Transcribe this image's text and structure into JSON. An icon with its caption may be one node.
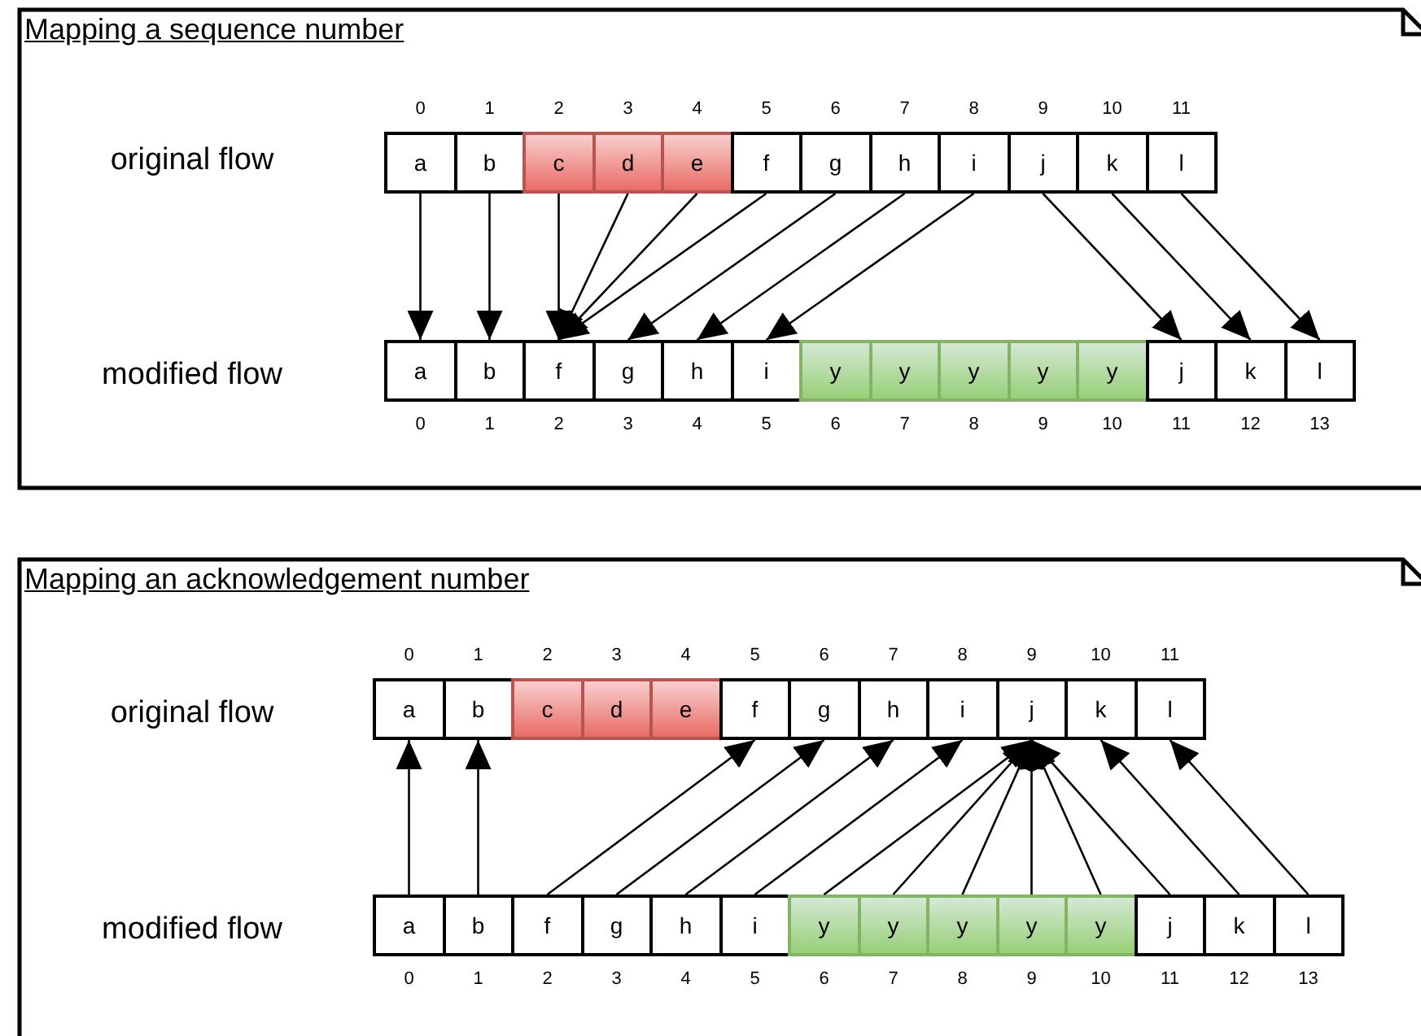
{
  "diagram": {
    "nodes": [
      {
        "text": [
          "Mapping a sequence number"
        ]
      },
      {
        "text": [
          "a"
        ],
        "in": 0,
        "beside": [
          "0"
        ]
      },
      {
        "text": [
          "b"
        ],
        "in": 0,
        "beside": [
          "1"
        ]
      },
      {
        "text": [
          "c"
        ],
        "in": 0,
        "beside": [
          "2"
        ]
      },
      {
        "text": [
          "d"
        ],
        "in": 0,
        "beside": [
          "3"
        ]
      },
      {
        "text": [
          "e"
        ],
        "in": 0,
        "beside": [
          "4"
        ]
      },
      {
        "text": [
          "f"
        ],
        "in": 0,
        "beside": [
          "5"
        ]
      },
      {
        "text": [
          "g"
        ],
        "in": 0,
        "beside": [
          "6"
        ]
      },
      {
        "text": [
          "h"
        ],
        "in": 0,
        "beside": [
          "7"
        ]
      },
      {
        "text": [
          "i"
        ],
        "in": 0,
        "beside": [
          "8"
        ]
      },
      {
        "text": [
          "j"
        ],
        "in": 0,
        "beside": [
          "9"
        ]
      },
      {
        "text": [
          "k"
        ],
        "in": 0,
        "beside": [
          "10"
        ]
      },
      {
        "text": [
          "l"
        ],
        "in": 0,
        "beside": [
          "11"
        ]
      },
      {
        "text": [
          "a"
        ],
        "in": 0,
        "beside": [
          "0"
        ]
      },
      {
        "text": [
          "b"
        ],
        "in": 0,
        "beside": [
          "1"
        ]
      },
      {
        "text": [
          "f"
        ],
        "in": 0,
        "beside": [
          "2"
        ]
      },
      {
        "text": [
          "g"
        ],
        "in": 0,
        "beside": [
          "3"
        ]
      },
      {
        "text": [
          "h"
        ],
        "in": 0,
        "beside": [
          "4"
        ]
      },
      {
        "text": [
          "i"
        ],
        "in": 0,
        "beside": [
          "5"
        ]
      },
      {
        "text": [
          "y"
        ],
        "in": 0,
        "beside": [
          "6"
        ]
      },
      {
        "text": [
          "y"
        ],
        "in": 0,
        "beside": [
          "7"
        ]
      },
      {
        "text": [
          "y"
        ],
        "in": 0,
        "beside": [
          "8"
        ]
      },
      {
        "text": [
          "y"
        ],
        "in": 0,
        "beside": [
          "9"
        ]
      },
      {
        "text": [
          "y"
        ],
        "in": 0,
        "beside": [
          "10"
        ]
      },
      {
        "text": [
          "j"
        ],
        "in": 0,
        "beside": [
          "11"
        ]
      },
      {
        "text": [
          "k"
        ],
        "in": 0,
        "beside": [
          "12"
        ]
      },
      {
        "text": [
          "l"
        ],
        "in": 0,
        "beside": [
          "13"
        ]
      },
      {
        "text": [
          "Mapping an acknowledgement number"
        ]
      },
      {
        "text": [
          "a"
        ],
        "in": 27,
        "beside": [
          "0"
        ]
      },
      {
        "text": [
          "b"
        ],
        "in": 27,
        "beside": [
          "1"
        ]
      },
      {
        "text": [
          "c"
        ],
        "in": 27,
        "beside": [
          "2"
        ]
      },
      {
        "text": [
          "d"
        ],
        "in": 27,
        "beside": [
          "3"
        ]
      },
      {
        "text": [
          "e"
        ],
        "in": 27,
        "beside": [
          "4"
        ]
      },
      {
        "text": [
          "f"
        ],
        "in": 27,
        "beside": [
          "5"
        ]
      },
      {
        "text": [
          "g"
        ],
        "in": 27,
        "beside": [
          "6"
        ]
      },
      {
        "text": [
          "h"
        ],
        "in": 27,
        "beside": [
          "7"
        ]
      },
      {
        "text": [
          "i"
        ],
        "in": 27,
        "beside": [
          "8"
        ]
      },
      {
        "text": [
          "j"
        ],
        "in": 27,
        "beside": [
          "9"
        ]
      },
      {
        "text": [
          "k"
        ],
        "in": 27,
        "beside": [
          "10"
        ]
      },
      {
        "text": [
          "l"
        ],
        "in": 27,
        "beside": [
          "11"
        ]
      },
      {
        "text": [
          "a"
        ],
        "in": 27,
        "beside": [
          "0"
        ]
      },
      {
        "text": [
          "b"
        ],
        "in": 27,
        "beside": [
          "1"
        ]
      },
      {
        "text": [
          "f"
        ],
        "in": 27,
        "beside": [
          "2"
        ]
      },
      {
        "text": [
          "g"
        ],
        "in": 27,
        "beside": [
          "3"
        ]
      },
      {
        "text": [
          "h"
        ],
        "in": 27,
        "beside": [
          "4"
        ]
      },
      {
        "text": [
          "i"
        ],
        "in": 27,
        "beside": [
          "5"
        ]
      },
      {
        "text": [
          "y"
        ],
        "in": 27,
        "beside": [
          "6"
        ]
      },
      {
        "text": [
          "y"
        ],
        "in": 27,
        "beside": [
          "7"
        ]
      },
      {
        "text": [
          "y"
        ],
        "in": 27,
        "beside": [
          "8"
        ]
      },
      {
        "text": [
          "y"
        ],
        "in": 27,
        "beside": [
          "9"
        ]
      },
      {
        "text": [
          "y"
        ],
        "in": 27,
        "beside": [
          "10"
        ]
      },
      {
        "text": [
          "j"
        ],
        "in": 27,
        "beside": [
          "11"
        ]
      },
      {
        "text": [
          "k"
        ],
        "in": 27,
        "beside": [
          "12"
        ]
      },
      {
        "text": [
          "l"
        ],
        "in": 27,
        "beside": [
          "13"
        ]
      }
    ],
    "edges": [
      {
        "from": 1,
        "to": 13,
        "arrow": "to"
      },
      {
        "from": 2,
        "to": 14,
        "arrow": "to"
      },
      {
        "from": 3,
        "to": 15,
        "arrow": "to"
      },
      {
        "from": 4,
        "to": 15,
        "arrow": "to"
      },
      {
        "from": 5,
        "to": 15,
        "arrow": "to"
      },
      {
        "from": 6,
        "to": 15,
        "arrow": "to"
      },
      {
        "from": 7,
        "to": 16,
        "arrow": "to"
      },
      {
        "from": 8,
        "to": 17,
        "arrow": "to"
      },
      {
        "from": 9,
        "to": 18,
        "arrow": "to"
      },
      {
        "from": 10,
        "to": 24,
        "arrow": "to"
      },
      {
        "from": 11,
        "to": 25,
        "arrow": "to"
      },
      {
        "from": 12,
        "to": 26,
        "arrow": "to"
      },
      {
        "from": 40,
        "to": 28,
        "arrow": "to"
      },
      {
        "from": 41,
        "to": 29,
        "arrow": "to"
      },
      {
        "from": 42,
        "to": 33,
        "arrow": "to"
      },
      {
        "from": 43,
        "to": 34,
        "arrow": "to"
      },
      {
        "from": 44,
        "to": 35,
        "arrow": "to"
      },
      {
        "from": 45,
        "to": 36,
        "arrow": "to"
      },
      {
        "from": 46,
        "to": 37,
        "arrow": "to"
      },
      {
        "from": 47,
        "to": 37,
        "arrow": "to"
      },
      {
        "from": 48,
        "to": 37,
        "arrow": "to"
      },
      {
        "from": 49,
        "to": 37,
        "arrow": "to"
      },
      {
        "from": 50,
        "to": 37,
        "arrow": "to"
      },
      {
        "from": 51,
        "to": 37,
        "arrow": "to"
      },
      {
        "from": 52,
        "to": 38,
        "arrow": "to"
      },
      {
        "from": 53,
        "to": 39,
        "arrow": "to"
      }
    ],
    "labels": [
      "original flow",
      "modified flow",
      "original flow",
      "modified flow"
    ]
  }
}
